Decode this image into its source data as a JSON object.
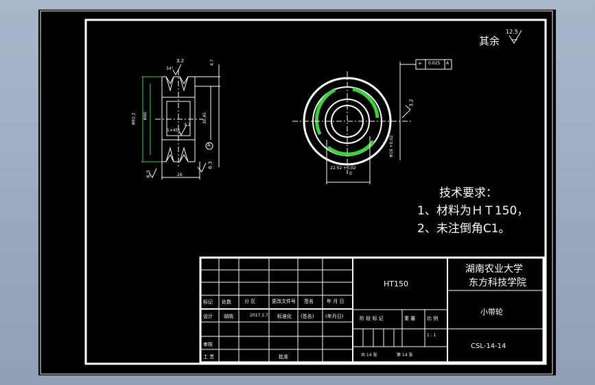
{
  "drawing": {
    "roughness_note": "其余",
    "roughness_value": "12.5",
    "tech_requirements": {
      "title": "技术要求：",
      "lines": [
        "1、材料为ＨＴ150，",
        "2、未注倒角C1。"
      ]
    }
  },
  "dimensions": {
    "side_view": {
      "rough_top": "3.2",
      "angle_top": "34°",
      "height_right_top": "4.7",
      "diameter_outer": "Φ92.2",
      "diameter_inner": "Φ90",
      "chamfer": "1×45°",
      "rough_mid": "3.2",
      "width_right": "30.45",
      "bottom_rough_left": "6.3",
      "bottom_rough_right": "6.3",
      "bottom_width": "26",
      "datum_label": "A"
    },
    "front_view": {
      "tolerance_frame": [
        "⌯",
        "0.025",
        "A"
      ],
      "rough_right": "3.2",
      "bore_diameter": "Φ18 +0.02",
      "keyway_width": "22.52 +0.02",
      "keyway_width_lower": "0"
    }
  },
  "title_block": {
    "school_line1": "湖南农业大学",
    "school_line2": "东方科技学院",
    "material": "HT150",
    "part_name": "小带轮",
    "drawing_no": "CSL-14-14",
    "scale": "1 : 1",
    "labels": {
      "mark": "标记",
      "count": "处数",
      "zone": "分 区",
      "change_doc": "更改文件号",
      "sign": "签名",
      "date": "年 月 日",
      "design": "设计",
      "designer": "胡晓",
      "design_date": "2017.3.7",
      "standardize": "标准化",
      "sign2": "(签名)",
      "date2": "(年月日)",
      "stage": "阶 段 标 记",
      "weight": "重 量",
      "scale_label": "比 例",
      "review": "审核",
      "process": "工 艺",
      "approve": "批准",
      "sheets_total": "共 14 张",
      "sheet_no": "第 14 张"
    }
  }
}
